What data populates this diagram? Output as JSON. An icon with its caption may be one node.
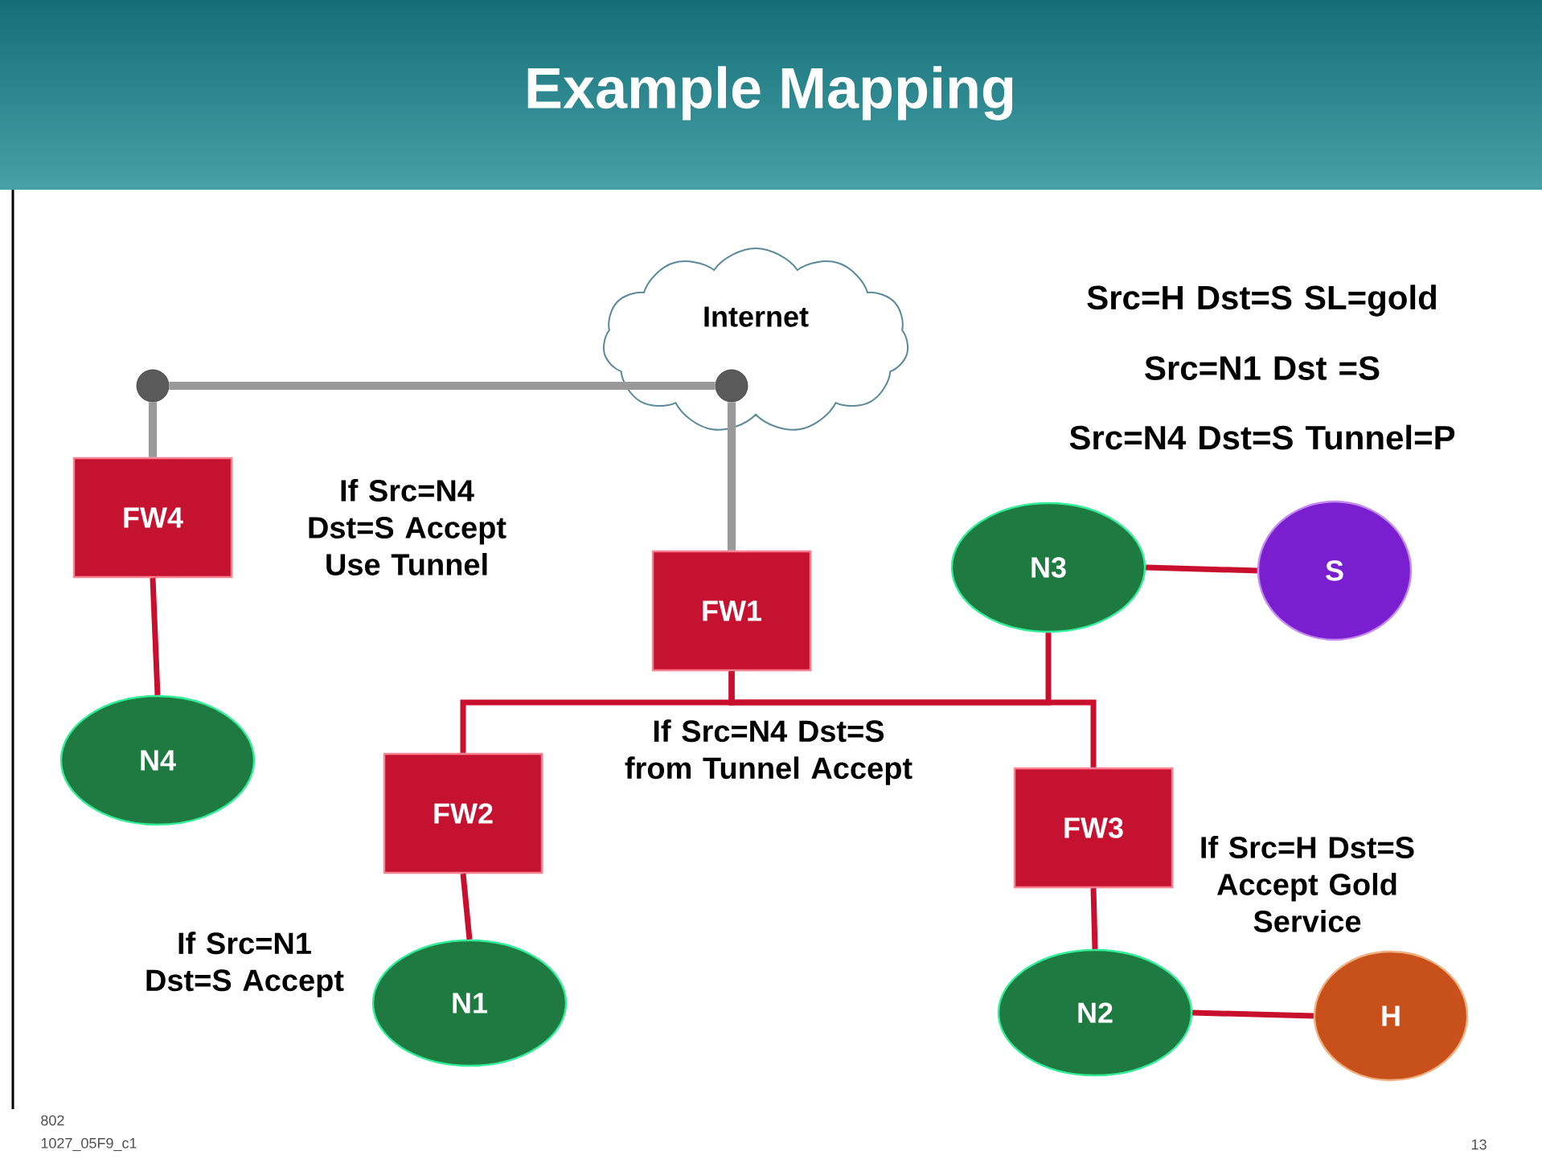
{
  "diagram": {
    "title": "Example Mapping",
    "nodes": [
      {
        "text": [
          "Internet"
        ]
      },
      {
        "text": [],
        "shape": "circle"
      },
      {
        "text": [],
        "shape": "circle",
        "in": 0
      },
      {
        "text": [
          "FW4"
        ]
      },
      {
        "text": [
          "N3"
        ]
      },
      {
        "text": [
          "S"
        ]
      },
      {
        "text": [
          "FW1"
        ]
      },
      {
        "text": [
          "N4"
        ]
      },
      {
        "text": [
          "FW2"
        ]
      },
      {
        "text": [
          "FW3"
        ]
      },
      {
        "text": [
          "N1"
        ]
      },
      {
        "text": [
          "N2"
        ]
      },
      {
        "text": [
          "H"
        ]
      }
    ],
    "edges": [
      {
        "from": 1,
        "to": 3,
        "arrow": "none",
        "color": "#999999"
      },
      {
        "from": 1,
        "to": 2,
        "arrow": "none",
        "color": "#999999"
      },
      {
        "from": 2,
        "to": 6,
        "arrow": "none",
        "color": "#999999"
      },
      {
        "from": 3,
        "to": 7,
        "arrow": "none"
      },
      {
        "from": 6,
        "to": 8,
        "arrow": "none"
      },
      {
        "from": 6,
        "to": 9,
        "arrow": "none"
      },
      {
        "from": 6,
        "to": 4,
        "arrow": "none"
      },
      {
        "from": 4,
        "to": 5,
        "arrow": "none"
      },
      {
        "from": 8,
        "to": 10,
        "arrow": "none"
      },
      {
        "from": 9,
        "to": 11,
        "arrow": "none"
      },
      {
        "from": 11,
        "to": 12,
        "arrow": "none"
      }
    ],
    "labels": [
      "Src=H Dst=S SL=gold",
      "Src=N1 Dst =S",
      "Src=N4 Dst=S Tunnel=P",
      "If Src=N4 Dst=S Accept Use Tunnel",
      "If Src=N4 Dst=S from Tunnel Accept",
      "If Src=H Dst=S Accept Gold Service",
      "If Src=N1 Dst=S Accept",
      "802",
      "1027_05F9_c1",
      "13"
    ]
  }
}
